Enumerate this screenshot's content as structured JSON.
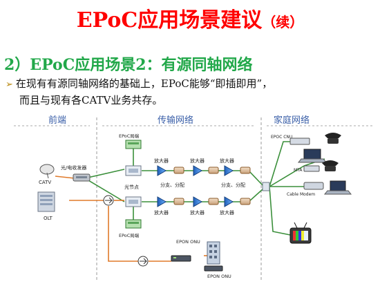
{
  "title": {
    "main": "EPoC应用场景建议",
    "suffix": "（续）"
  },
  "section": {
    "heading": "2）EPoC应用场景2：有源同轴网络"
  },
  "bullet": {
    "line1": "在现有有源同轴网络的基础上，EPoC能够“即插即用”，",
    "line2": "而且与现有各CATV业务共存。"
  },
  "zones": {
    "front": "前端",
    "transport": "传输网络",
    "home": "家庭网络"
  },
  "labels": {
    "optical_transceiver": "光/电收发器",
    "catv": "CATV",
    "olt": "OLT",
    "epoc_office_top": "EPoC局端",
    "epoc_office_bottom": "EPoC局端",
    "optical_node": "光节点",
    "amp": "放大器",
    "split": "分支、分配",
    "epoc_cnu": "EPOC CNU",
    "mta": "MTA",
    "cable_modem": "Cable Modem",
    "epon_onu_1": "EPON ONU",
    "epon_onu_2": "EPON ONU"
  }
}
